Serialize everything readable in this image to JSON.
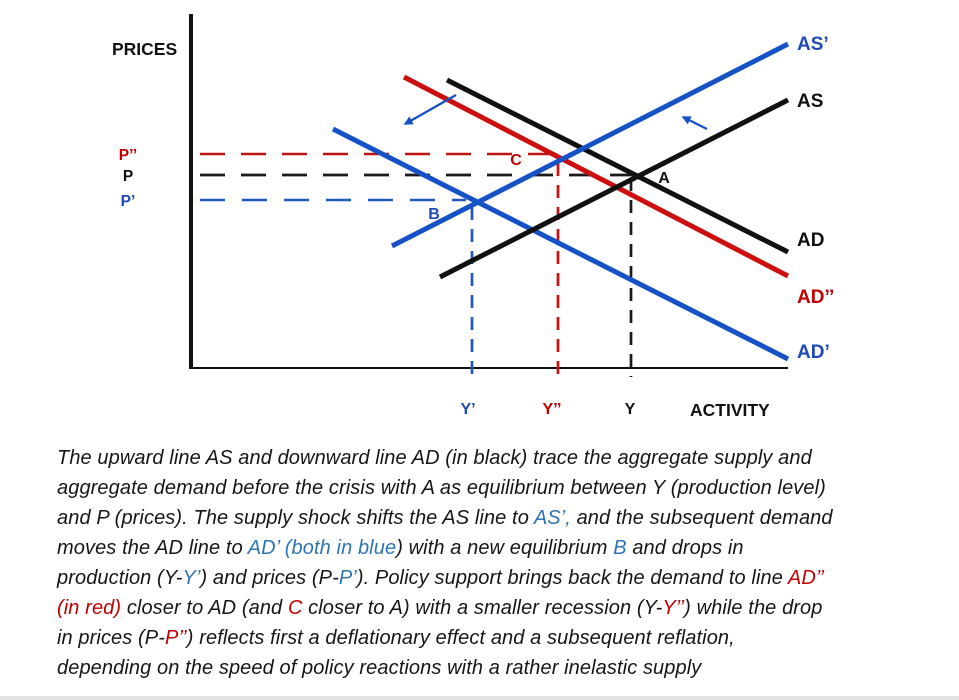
{
  "colors": {
    "black": "#161616",
    "blue": "#2E74B5",
    "red": "#C00000",
    "diagram_blue": "#1552C6",
    "diagram_red": "#CC1010",
    "diagram_black": "#111111"
  },
  "diagram": {
    "axis": {
      "y": "PRICES",
      "x": "ACTIVITY"
    },
    "price_ticks": {
      "p2": "P’’",
      "p": "P",
      "p1": "P’"
    },
    "qty_ticks": {
      "y1": "Y’",
      "y2": "Y’’",
      "y": "Y"
    },
    "curves": {
      "as1": "AS’",
      "as": "AS",
      "ad": "AD",
      "ad2": "AD’’",
      "ad1": "AD’"
    },
    "points": {
      "a": "A",
      "b": "B",
      "c": "C"
    }
  },
  "caption": {
    "lines": [
      [
        {
          "t": "The upward line AS and downward line AD (in black) trace the aggregate supply and",
          "c": "black"
        }
      ],
      [
        {
          "t": "aggregate demand before the crisis with A as equilibrium between Y (production level)",
          "c": "black"
        }
      ],
      [
        {
          "t": "and P (prices). The supply shock shifts the AS line to ",
          "c": "black"
        },
        {
          "t": "AS’,",
          "c": "blue"
        },
        {
          "t": " and the subsequent demand",
          "c": "black"
        }
      ],
      [
        {
          "t": "moves the AD line to ",
          "c": "black"
        },
        {
          "t": "AD’ (both in blue",
          "c": "blue"
        },
        {
          "t": ") with a new equilibrium ",
          "c": "black"
        },
        {
          "t": "B",
          "c": "blue"
        },
        {
          "t": " and drops in",
          "c": "black"
        }
      ],
      [
        {
          "t": "production (Y-",
          "c": "black"
        },
        {
          "t": "Y’",
          "c": "blue"
        },
        {
          "t": ") and prices (P-",
          "c": "black"
        },
        {
          "t": "P’",
          "c": "blue"
        },
        {
          "t": "). Policy support brings back the demand to line ",
          "c": "black"
        },
        {
          "t": "AD’’",
          "c": "red"
        }
      ],
      [
        {
          "t": "(in red)",
          "c": "red"
        },
        {
          "t": " closer to AD (and ",
          "c": "black"
        },
        {
          "t": "C",
          "c": "red"
        },
        {
          "t": " closer to A) with a smaller recession (Y-",
          "c": "black"
        },
        {
          "t": "Y’’",
          "c": "red"
        },
        {
          "t": ") while the drop",
          "c": "black"
        }
      ],
      [
        {
          "t": "in prices (P-",
          "c": "black"
        },
        {
          "t": "P’’",
          "c": "red"
        },
        {
          "t": ") reflects first a deflationary effect and a subsequent reflation,",
          "c": "black"
        }
      ],
      [
        {
          "t": "depending on the speed of policy reactions with a rather inelastic supply",
          "c": "black"
        }
      ]
    ]
  }
}
